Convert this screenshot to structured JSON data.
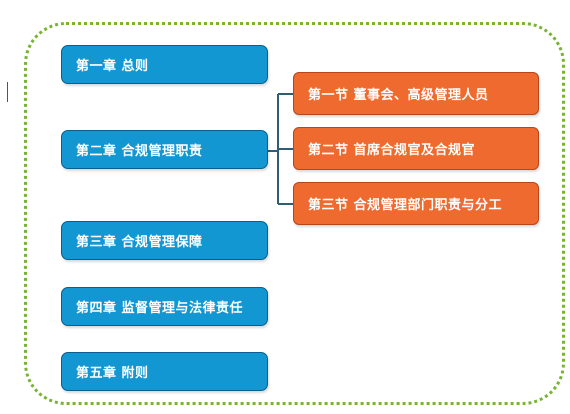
{
  "colors": {
    "chapter_fill": "#1397d3",
    "section_fill": "#ee6a2e",
    "frame_dots": "#78b432",
    "connector": "#2f5d73"
  },
  "chapters": [
    {
      "label": "第一章  总则"
    },
    {
      "label": "第二章  合规管理职责"
    },
    {
      "label": "第三章  合规管理保障"
    },
    {
      "label": "第四章  监督管理与法律责任"
    },
    {
      "label": "第五章  附则"
    }
  ],
  "sections": [
    {
      "label": "第一节  董事会、高级管理人员"
    },
    {
      "label": "第二节  首席合规官及合规官"
    },
    {
      "label": "第三节  合规管理部门职责与分工"
    }
  ]
}
